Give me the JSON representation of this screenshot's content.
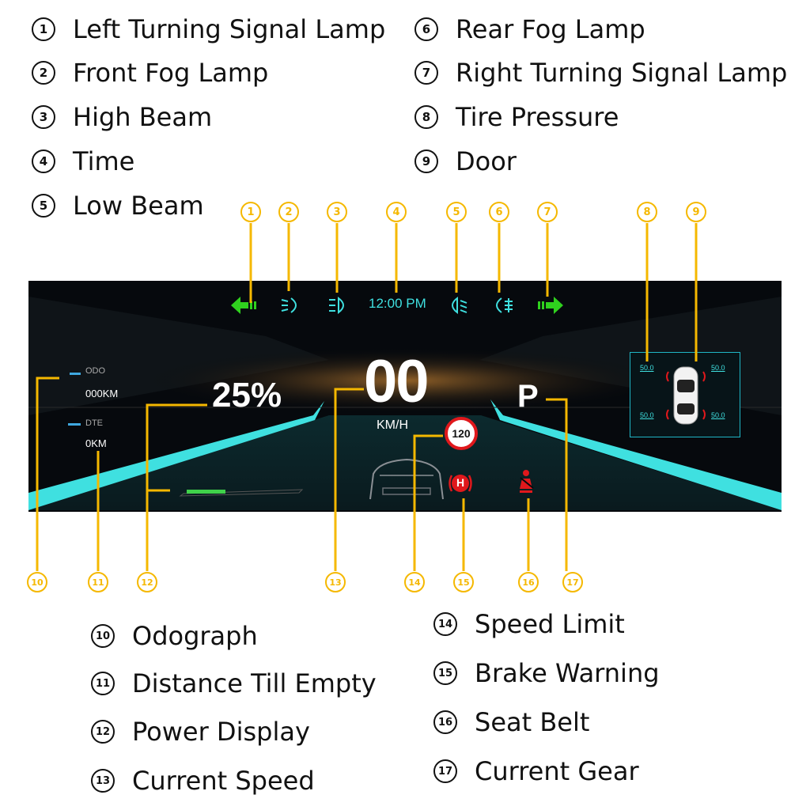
{
  "legend_top_left": [
    {
      "num": "1",
      "label": "Left Turning Signal Lamp"
    },
    {
      "num": "2",
      "label": "Front Fog Lamp"
    },
    {
      "num": "3",
      "label": "High Beam"
    },
    {
      "num": "4",
      "label": "Time"
    },
    {
      "num": "5",
      "label": "Low Beam"
    }
  ],
  "legend_top_right": [
    {
      "num": "6",
      "label": "Rear Fog Lamp"
    },
    {
      "num": "7",
      "label": "Right Turning Signal Lamp"
    },
    {
      "num": "8",
      "label": "Tire Pressure"
    },
    {
      "num": "9",
      "label": "Door"
    }
  ],
  "legend_bottom_left": [
    {
      "num": "10",
      "label": "Odograph"
    },
    {
      "num": "11",
      "label": "Distance Till Empty"
    },
    {
      "num": "12",
      "label": "Power Display"
    },
    {
      "num": "13",
      "label": "Current Speed"
    }
  ],
  "legend_bottom_right": [
    {
      "num": "14",
      "label": "Speed Limit"
    },
    {
      "num": "15",
      "label": "Brake Warning"
    },
    {
      "num": "16",
      "label": "Seat Belt"
    },
    {
      "num": "17",
      "label": "Current Gear"
    }
  ],
  "markers": [
    "1",
    "2",
    "3",
    "4",
    "5",
    "6",
    "7",
    "8",
    "9",
    "10",
    "11",
    "12",
    "13",
    "14",
    "15",
    "16",
    "17"
  ],
  "dashboard": {
    "time": "12:00 PM",
    "odo_label": "ODO",
    "odo_value": "000KM",
    "dte_label": "DTE",
    "dte_value": "0KM",
    "power_percent": "25%",
    "speed": "00",
    "speed_unit": "KM/H",
    "speed_limit": "120",
    "brake_symbol": "H",
    "gear": "P",
    "tire_pressure": {
      "front_left": "50.0",
      "front_right": "50.0",
      "rear_left": "50.0",
      "rear_right": "50.0"
    },
    "power_level": 0.35
  },
  "colors": {
    "marker": "#f5b800",
    "signal_green": "#2fd11e",
    "cyan": "#3fe0e0",
    "warning_red": "#e0181c",
    "tire_panel": "#1fb6c6"
  },
  "icons": [
    "left-turn-arrow-icon",
    "front-fog-lamp-icon",
    "high-beam-icon",
    "low-beam-icon",
    "rear-fog-lamp-icon",
    "right-turn-arrow-icon",
    "car-top-view-icon",
    "car-rear-view-icon",
    "brake-warning-icon",
    "seatbelt-warning-icon"
  ]
}
